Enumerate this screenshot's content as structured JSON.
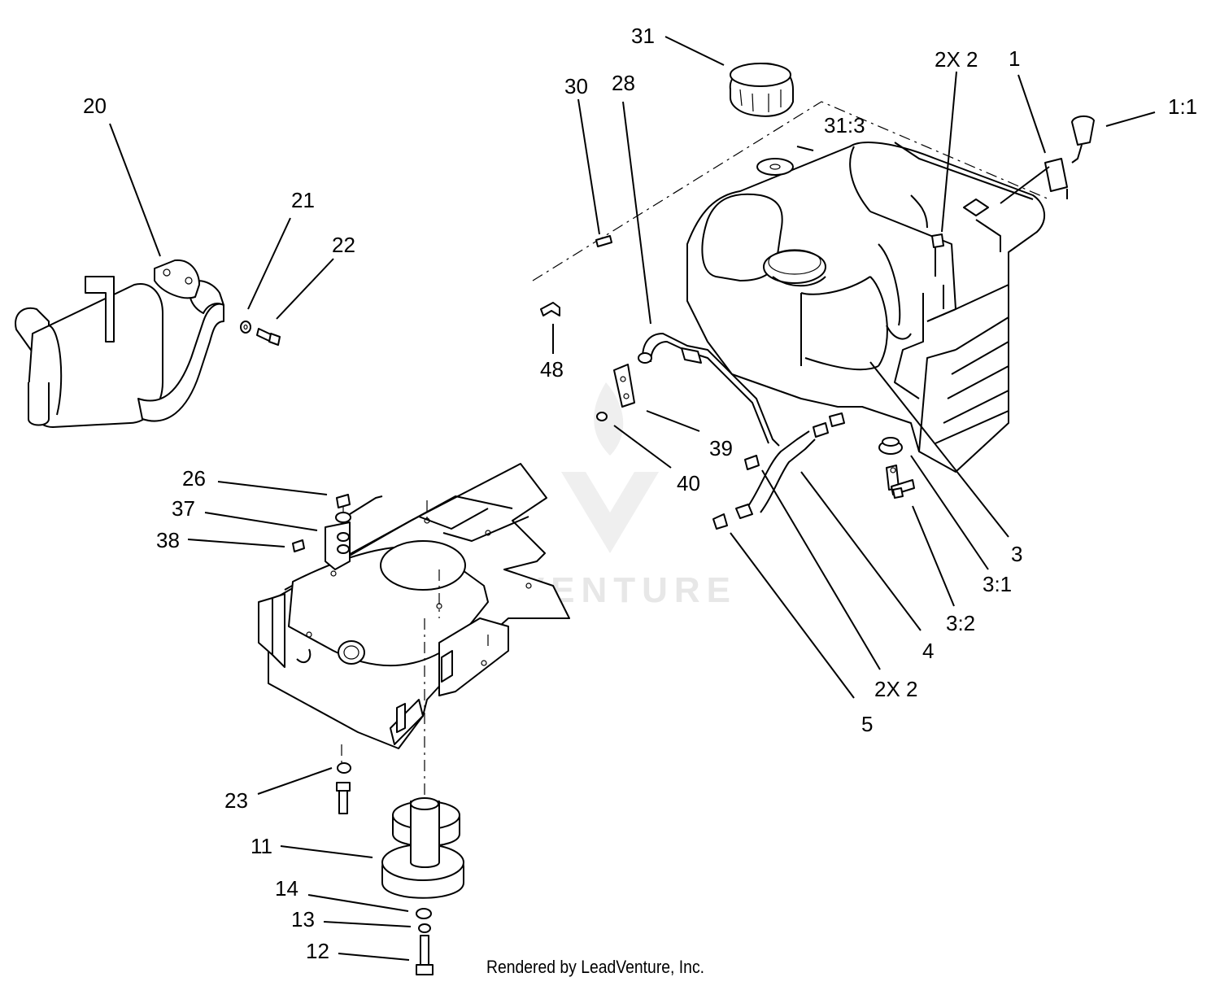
{
  "credit": "Rendered by LeadVenture, Inc.",
  "watermark": "LEADVENTURE",
  "labels": {
    "l1": "1",
    "l1_1": "1:1",
    "l2x2_top": "2X 2",
    "l3": "3",
    "l3_1": "3:1",
    "l3_2": "3:2",
    "l4": "4",
    "l2x2_bottom": "2X 2",
    "l5": "5",
    "l11": "11",
    "l12": "12",
    "l13": "13",
    "l14": "14",
    "l20": "20",
    "l21": "21",
    "l22": "22",
    "l23": "23",
    "l26": "26",
    "l28": "28",
    "l30": "30",
    "l31": "31",
    "l31_3": "31:3",
    "l37": "37",
    "l38": "38",
    "l39": "39",
    "l40": "40",
    "l48": "48"
  }
}
